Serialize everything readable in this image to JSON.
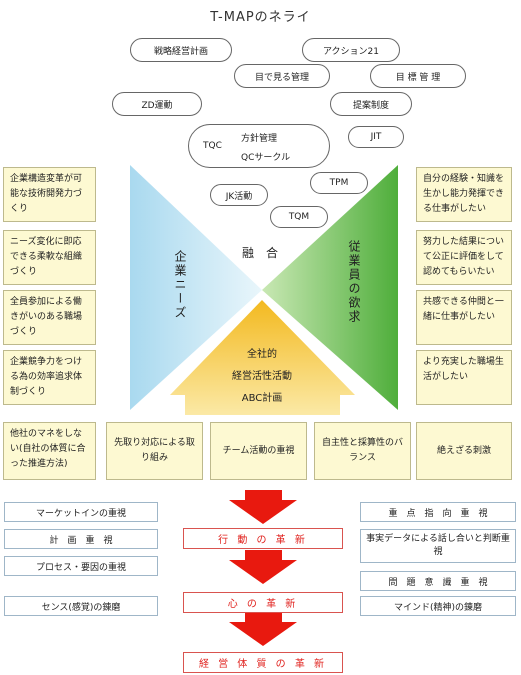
{
  "title": "T-MAPのネライ",
  "pills": {
    "strategy": "戦略経営計画",
    "action21": "アクション21",
    "visual": "目で見る管理",
    "goal": "目 標 管 理",
    "zd": "ZD運動",
    "proposal": "提案制度",
    "tqc": "TQC",
    "policy": "方針管理",
    "qc_circle": "QCサークル",
    "jit": "JIT",
    "jk": "JK活動",
    "tpm": "TPM",
    "tqm": "TQM"
  },
  "center": {
    "fusion": "融　合",
    "left_label": "企業ニーズ",
    "right_label": "従業員の欲求",
    "house_line1": "全社的",
    "house_line2": "経営活性活動",
    "house_line3": "ABC計画"
  },
  "left_boxes": [
    "企業構造変革が可能な技術開発力づくり",
    "ニーズ変化に即応できる柔軟な組織づくり",
    "全員参加による働きがいのある職場づくり",
    "企業競争力をつける為の効率追求体制づくり"
  ],
  "right_boxes": [
    "自分の経験・知識を生かし能力発揮できる仕事がしたい",
    "努力した結果について公正に評価をして認めてもらいたい",
    "共感できる仲間と一緒に仕事がしたい",
    "より充実した職場生活がしたい"
  ],
  "bottom_boxes": [
    "他社のマネをしない(自社の体質に合った推進方法)",
    "先取り対応による取り組み",
    "チーム活動の重視",
    "自主性と採算性のバランス",
    "絶えざる刺激"
  ],
  "left_focus": [
    "マーケットインの重視",
    "計　画　重　視",
    "プロセス・要因の重視",
    "センス(感覚)の錬磨"
  ],
  "right_focus": [
    "重　点　指　向　重　視",
    "事実データによる話し合いと判断重視",
    "問　題　意　識　重　視",
    "マインド(精神)の錬磨"
  ],
  "reforms": [
    "行 動 の 革 新",
    "心 の 革 新",
    "経 営 体 質 の 革 新"
  ],
  "colors": {
    "blue_triangle": "#bfe3f2",
    "green_triangle": "#6fbf4f",
    "house": "#f6c94a",
    "yellow_box": "#fdf9d2",
    "red_arrow": "#e8190f"
  }
}
